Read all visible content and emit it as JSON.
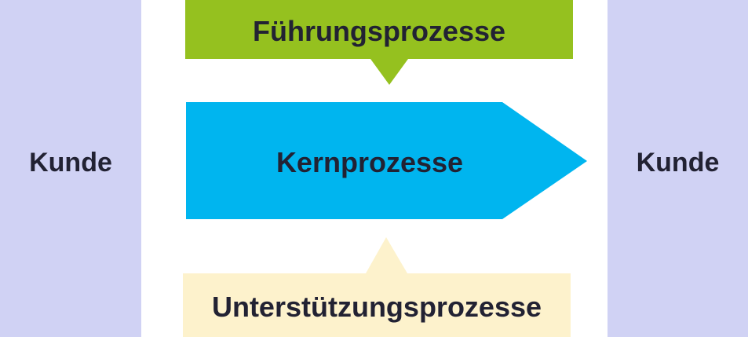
{
  "colors": {
    "customer_column": "#d0d2f4",
    "management": "#95c11f",
    "core": "#00b5ef",
    "support": "#fdf2cc",
    "text": "#222233"
  },
  "left_customer": {
    "label": "Kunde"
  },
  "right_customer": {
    "label": "Kunde"
  },
  "management_process": {
    "label": "Führungsprozesse"
  },
  "core_process": {
    "label": "Kernprozesse"
  },
  "support_process": {
    "label": "Unterstützungsprozesse"
  }
}
